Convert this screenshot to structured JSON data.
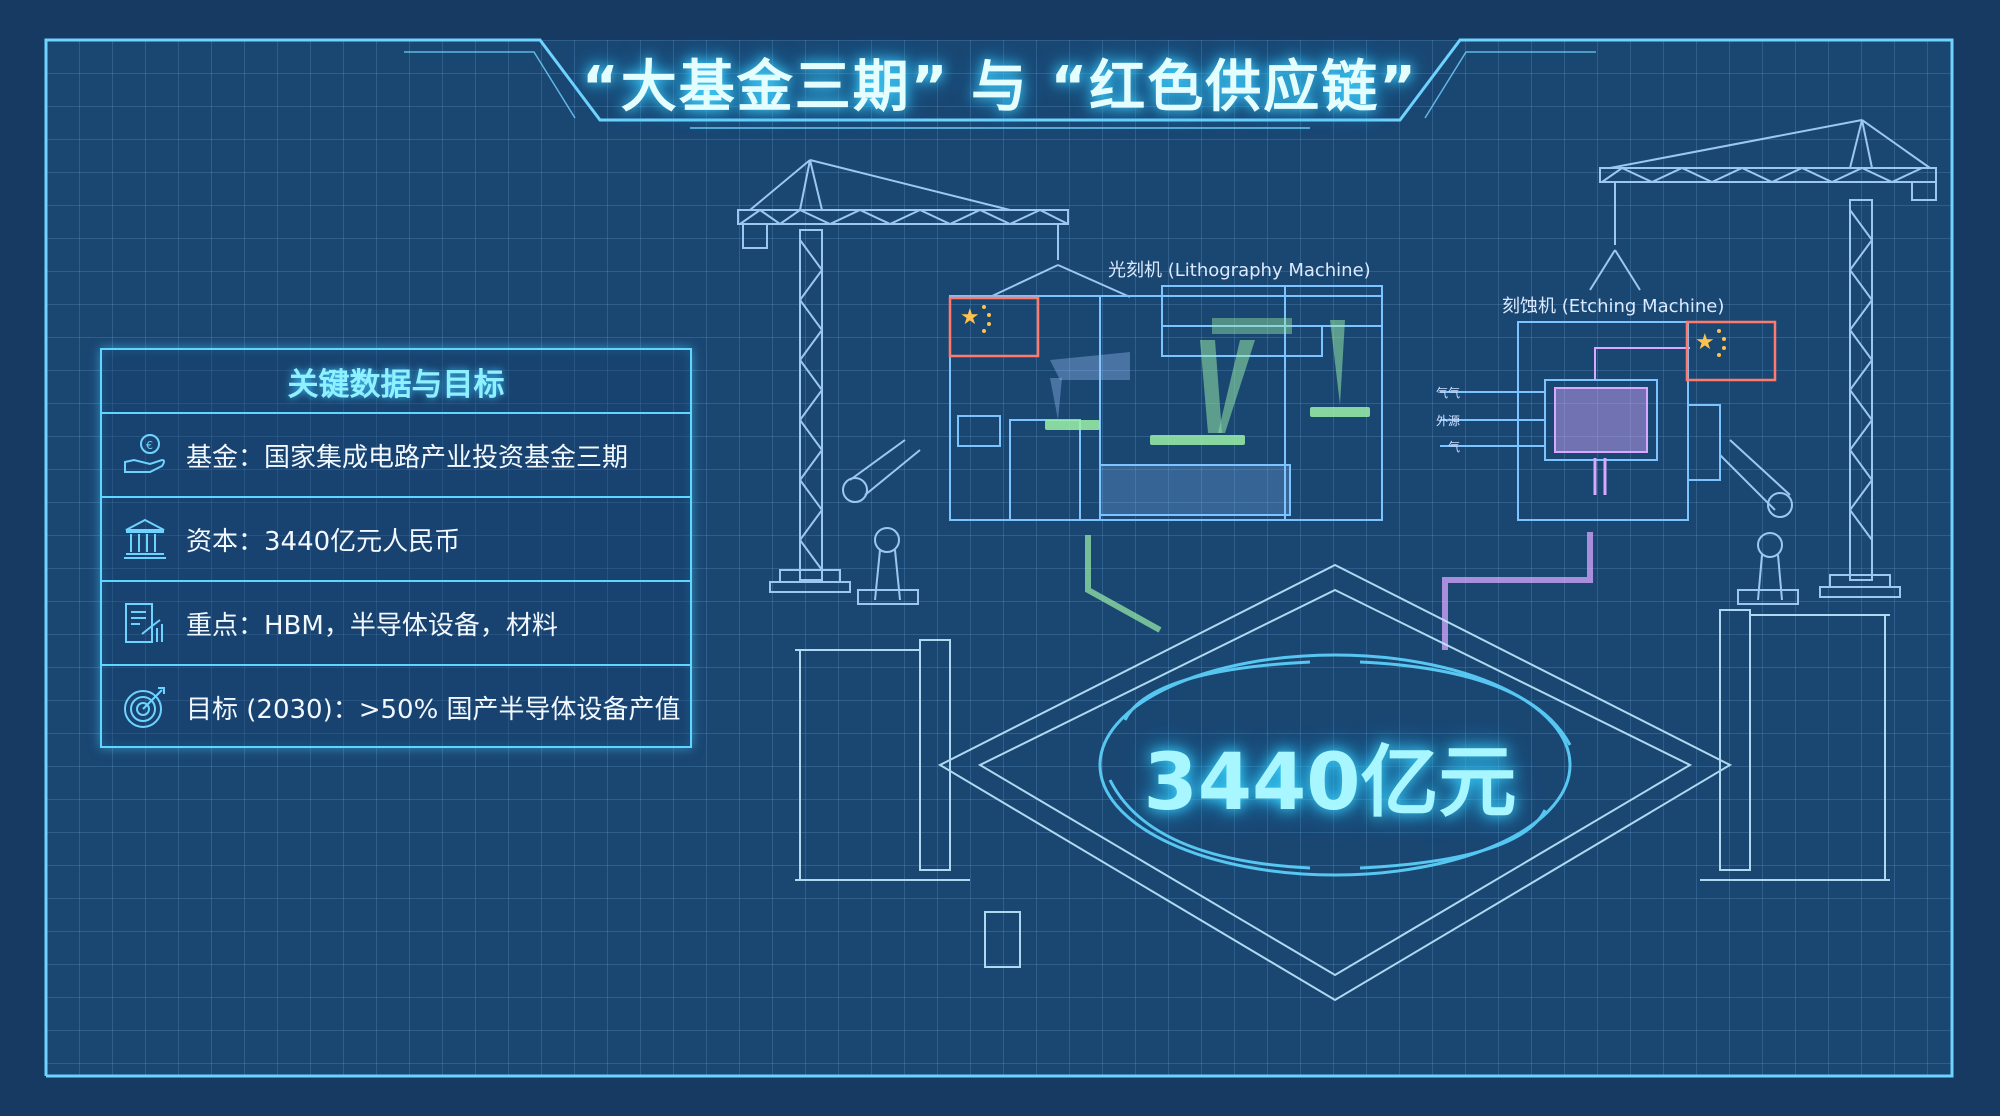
{
  "title": "“大基金三期” 与 “红色供应链”",
  "panel": {
    "heading": "关键数据与目标",
    "rows": [
      {
        "icon": "money-hand-icon",
        "text": "基金：国家集成电路产业投资基金三期"
      },
      {
        "icon": "bank-icon",
        "text": "资本：3440亿元人民币"
      },
      {
        "icon": "report-chart-icon",
        "text": "重点：HBM，半导体设备，材料"
      },
      {
        "icon": "target-icon",
        "text": "目标 (2030)：>50% 国产半导体设备产值"
      }
    ]
  },
  "machines": {
    "lithography_label": "光刻机 (Lithography Machine)",
    "etching_label": "刻蚀机 (Etching Machine)",
    "gas_inputs": [
      "气气",
      "外源",
      "气"
    ]
  },
  "hero_value": "3440亿元",
  "colors": {
    "background": "#1a4672",
    "accent_cyan": "#5ed6ff",
    "title_glow": "#46d4ff",
    "flag_red": "#ff7a6a",
    "flag_star": "#ffc34d",
    "litho_green": "#9cf0a8",
    "etch_purple": "#d9a8ff"
  }
}
